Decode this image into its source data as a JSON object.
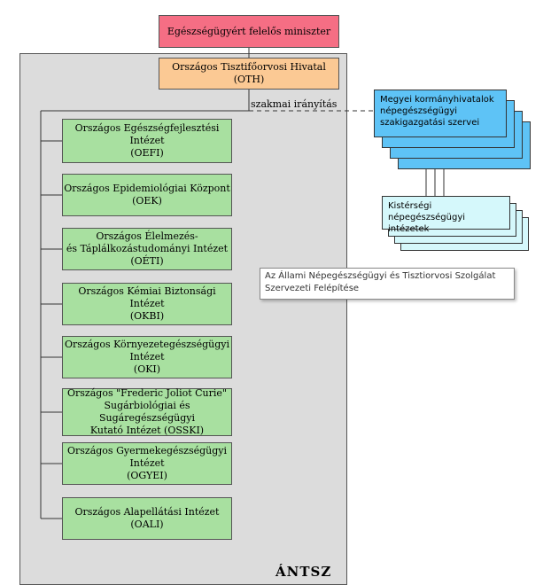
{
  "minister": {
    "label": "Egészségügyért felelős miniszter"
  },
  "oth": {
    "line1": "Országos Tisztifőorvosi Hivatal",
    "line2": "(OTH)"
  },
  "szakmai_label": "szakmai irányítás",
  "antsz_label": "ÁNTSZ",
  "institutes": [
    {
      "lines": [
        "Országos  Egészségfejlesztési Intézet",
        "(OEFI)"
      ]
    },
    {
      "lines": [
        "Országos Epidemiológiai Központ",
        "(OEK)"
      ]
    },
    {
      "lines": [
        "Országos Élelmezés-",
        "és Táplálkozástudományi Intézet",
        "(OÉTI)"
      ]
    },
    {
      "lines": [
        "Országos Kémiai Biztonsági Intézet",
        "(OKBI)"
      ]
    },
    {
      "lines": [
        "Országos Környezetegészségügyi",
        "Intézet",
        "(OKI)"
      ]
    },
    {
      "lines": [
        "Országos \"Frederic Joliot Curie\"",
        "Sugárbiológiai és Sugáregészségügyi",
        "Kutató Intézet  (OSSKI)"
      ]
    },
    {
      "lines": [
        "Országos Gyermekegészségügyi",
        "Intézet",
        "(OGYEI)"
      ]
    },
    {
      "lines": [
        "Országos Alapellátási Intézet",
        "(OALI)"
      ]
    }
  ],
  "megyei": {
    "line1": "Megyei kormányhivatalok",
    "line2": "népegészségügyi",
    "line3": "szakigazgatási szervei"
  },
  "kisterseg": {
    "line1": "Kistérségi népegészségügyi",
    "line2": "intézetek"
  },
  "tooltip": {
    "line1": "Az Állami Népegészségügyi és Tisztiorvosi Szolgálat",
    "line2": "Szervezeti Felépítése"
  }
}
